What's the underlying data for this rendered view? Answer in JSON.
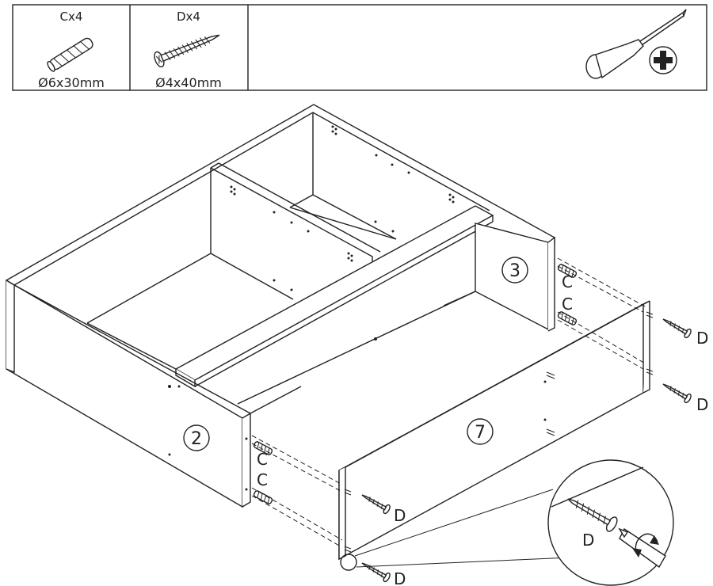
{
  "parts_table": {
    "items": [
      {
        "code": "Cx4",
        "size": "Ø6x30mm",
        "icon": "dowel-icon"
      },
      {
        "code": "Dx4",
        "size": "Ø4x40mm",
        "icon": "screw-icon"
      }
    ],
    "tool": {
      "icon": "phillips-screwdriver-icon"
    }
  },
  "panels": {
    "side_left": "2",
    "side_back": "3",
    "front": "7"
  },
  "callouts": {
    "dowel_label": "C",
    "screw_label": "D"
  },
  "colors": {
    "line": "#222222",
    "fill": "#ffffff"
  }
}
